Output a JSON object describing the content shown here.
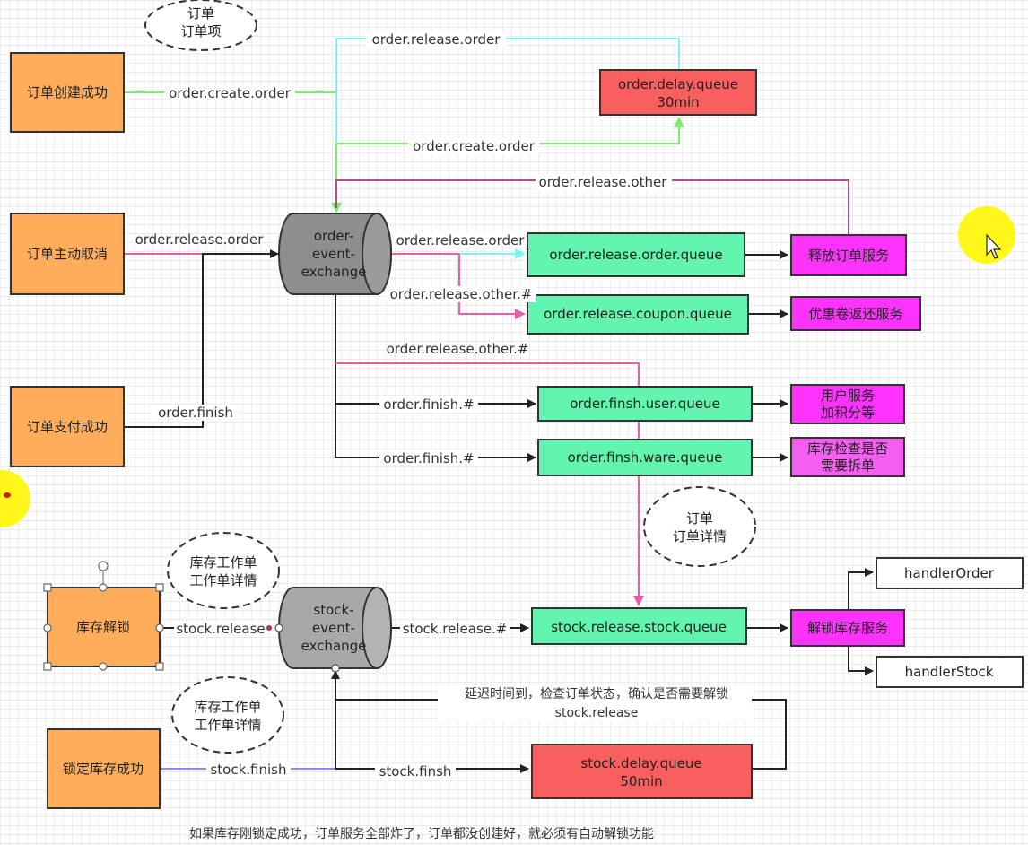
{
  "colors": {
    "orange": "#ffad5a",
    "red": "#f95f5f",
    "green": "#61f5b0",
    "magenta": "#ff33ff",
    "magenta_light": "#f55ff0",
    "cylinder": "#9b9b9b",
    "cyan_line": "#7ff2f8",
    "green_line": "#7fea6e",
    "pink_line": "#e65fa8",
    "purple_line": "#b24d8c",
    "blue_line": "#8a8af0",
    "highlight": "#fff700"
  },
  "ovals": {
    "order_item": {
      "line1": "订单",
      "line2": "订单项"
    },
    "order_detail": {
      "line1": "订单",
      "line2": "订单详情"
    },
    "stock_work_1": {
      "line1": "库存工作单",
      "line2": "工作单详情"
    },
    "stock_work_2": {
      "line1": "库存工作单",
      "line2": "工作单详情"
    }
  },
  "sources": {
    "order_created": "订单创建成功",
    "order_cancel": "订单主动取消",
    "order_paid": "订单支付成功",
    "stock_unlock": "库存解锁",
    "stock_locked": "锁定库存成功"
  },
  "exchanges": {
    "order": {
      "line1": "order-",
      "line2": "event-",
      "line3": "exchange"
    },
    "stock": {
      "line1": "stock-",
      "line2": "event-",
      "line3": "exchange"
    }
  },
  "queues": {
    "order_delay": {
      "line1": "order.delay.queue",
      "line2": "30min"
    },
    "order_release": "order.release.order.queue",
    "coupon": "order.release.coupon.queue",
    "finish_user": "order.finsh.user.queue",
    "finish_ware": "order.finsh.ware.queue",
    "stock_release": "stock.release.stock.queue",
    "stock_delay": {
      "line1": "stock.delay.queue",
      "line2": "50min"
    }
  },
  "services": {
    "close_order": "释放订单服务",
    "coupon_return": "优惠卷返还服务",
    "user_points": {
      "line1": "用户服务",
      "line2": "加积分等"
    },
    "stock_check": {
      "line1": "库存检查是否",
      "line2": "需要拆单"
    },
    "unlock_stock": "解锁库存服务",
    "handler_order": "handlerOrder",
    "handler_stock": "handlerStock"
  },
  "edge_labels": {
    "release_order_top": "order.release.order",
    "create_order_1": "order.create.order",
    "create_order_2": "order.create.order",
    "release_other_top": "order.release.other",
    "release_order_cancel": "order.release.order",
    "release_order_exch": "order.release.order",
    "release_other_hash": "order.release.other.#",
    "release_other_hash_2": "order.release.other.#",
    "finish_paid": "order.finish",
    "finish_hash_1": "order.finish.#",
    "finish_hash_2": "order.finish.#",
    "stock_release_left": "stock.release",
    "stock_release_hash": "stock.release.#",
    "delay_note_line1": "延迟时间到，检查订单状态，确认是否需要解锁",
    "delay_note_line2": "stock.release",
    "stock_finish_1": "stock.finish",
    "stock_finish_2": "stock.finsh"
  },
  "footer_note": "如果库存刚锁定成功，订单服务全部炸了，订单都没创建好，就必须有自动解锁功能"
}
